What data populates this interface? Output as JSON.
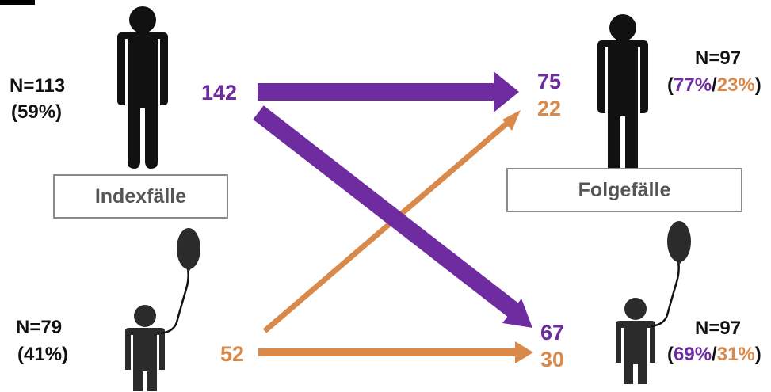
{
  "colors": {
    "purple": "#6e2ca0",
    "orange": "#d9894a",
    "figure": "#111111",
    "box_border": "#8a8a8a"
  },
  "index": {
    "label": "Indexfälle",
    "adults": {
      "n": "N=113",
      "pct": "(59%)",
      "flow_total": "142"
    },
    "children": {
      "n": "N=79",
      "pct": "(41%)",
      "flow_total": "52"
    }
  },
  "follow": {
    "label": "Folgefälle",
    "adults": {
      "n": "N=97",
      "pct_open": "(",
      "pct_a": "77%",
      "slash": "/",
      "pct_b": "23%",
      "pct_close": ")",
      "from_adults": "75",
      "from_children": "22"
    },
    "children": {
      "n": "N=97",
      "pct_open": "(",
      "pct_a": "69%",
      "slash": "/",
      "pct_b": "31%",
      "pct_close": ")",
      "from_adults": "67",
      "from_children": "30"
    }
  },
  "icons": [
    "adult-figure-icon",
    "child-balloon-figure-icon"
  ]
}
